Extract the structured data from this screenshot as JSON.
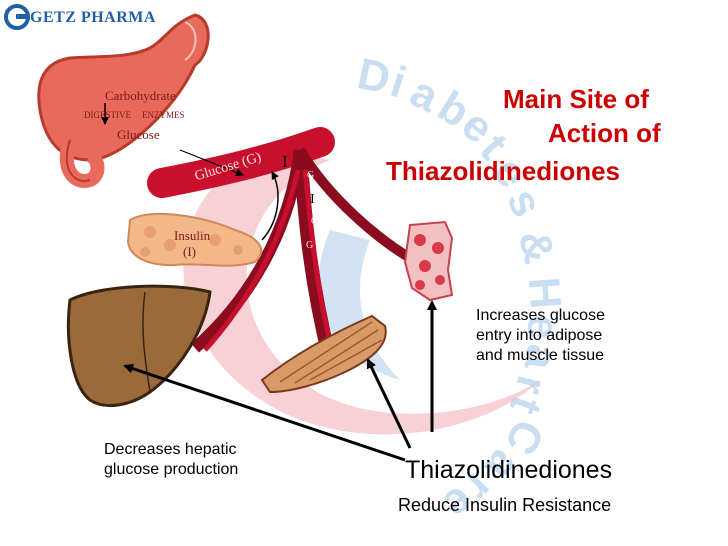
{
  "logo": {
    "text": "GETZ PHARMA",
    "mark": "G"
  },
  "watermark": {
    "letters": [
      "D",
      "i",
      "a",
      "b",
      "e",
      "t",
      "e",
      "s",
      "&",
      "H",
      "e",
      "a",
      "r",
      "t",
      "C",
      "a",
      "r",
      "e"
    ]
  },
  "title": {
    "line1": "Main Site of",
    "line2": "Action of",
    "line3": "Thiazolidinediones"
  },
  "labels": {
    "carbohydrate": "Carbohydrate",
    "digestive": "DIGESTIVE",
    "enzymes": "ENZYMES",
    "glucose": "Glucose",
    "glucose_g": "Glucose (G)",
    "insulin": "Insulin",
    "insulin_i": "(I)",
    "i_top": "I",
    "vessel_g1": "G",
    "vessel_i": "I",
    "vessel_g2": "G",
    "vessel_g3": "G"
  },
  "notes": {
    "adipose": [
      "Increases  glucose",
      "entry into adipose",
      "and muscle tissue"
    ],
    "liver": [
      "Decreases hepatic",
      "glucose production"
    ]
  },
  "bottom": {
    "drug": "Thiazolidinediones",
    "effect": "Reduce Insulin Resistance"
  },
  "colors": {
    "title": "#cc0000",
    "vessel": "#c8102e",
    "liver": "#8b5a2b",
    "watermark": "#9fc4e8"
  },
  "icons": [
    "stomach-icon",
    "pancreas-icon",
    "liver-icon",
    "muscle-icon",
    "adipose-icon",
    "logo-icon"
  ]
}
